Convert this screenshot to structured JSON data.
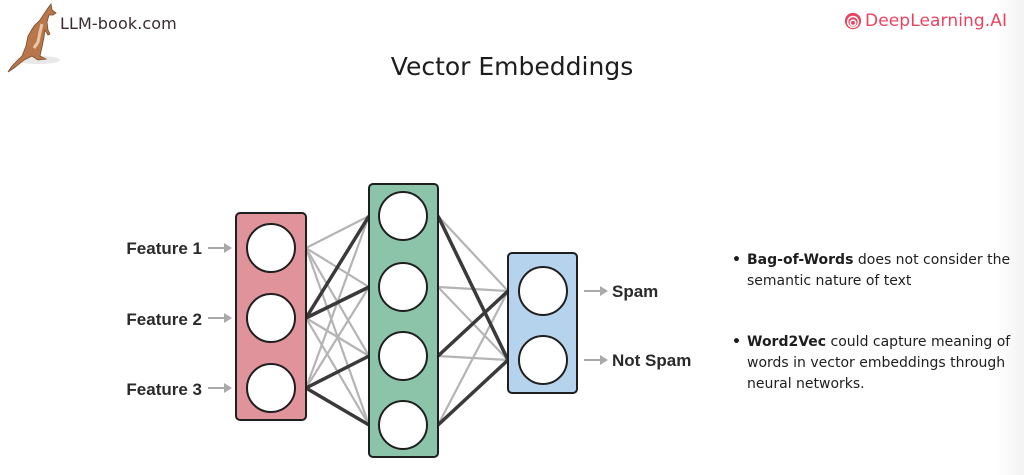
{
  "header": {
    "left_brand": "LLM-book.com",
    "left_logo_icon": "kangaroo-icon",
    "right_brand": "DeepLearning.AI",
    "right_logo_icon": "deeplearning-ai-logo-icon",
    "title": "Vector Embeddings"
  },
  "diagram": {
    "input_labels": [
      "Feature 1",
      "Feature 2",
      "Feature 3"
    ],
    "output_labels": [
      "Spam",
      "Not Spam"
    ],
    "layers": [
      {
        "name": "input",
        "nodes": 3,
        "color": "#e0939a"
      },
      {
        "name": "hidden",
        "nodes": 4,
        "color": "#8cc4a9"
      },
      {
        "name": "output",
        "nodes": 2,
        "color": "#b5d3ec"
      }
    ],
    "colors": {
      "strong_edge": "#3a3a3a",
      "weak_edge": "#b4b4b4",
      "arrow": "#a9a9a9",
      "outline": "#1f1f1f"
    },
    "strong_edges_input_hidden": [
      [
        1,
        0
      ],
      [
        1,
        1
      ],
      [
        2,
        2
      ],
      [
        2,
        3
      ]
    ],
    "strong_edges_hidden_output": [
      [
        0,
        1
      ],
      [
        2,
        0
      ],
      [
        3,
        1
      ]
    ]
  },
  "notes": [
    {
      "bold": "Bag-of-Words",
      "text": " does not consider the semantic nature of text"
    },
    {
      "bold": "Word2Vec",
      "text": " could capture meaning of words in vector embeddings through neural networks."
    }
  ],
  "bullet_char": "•"
}
